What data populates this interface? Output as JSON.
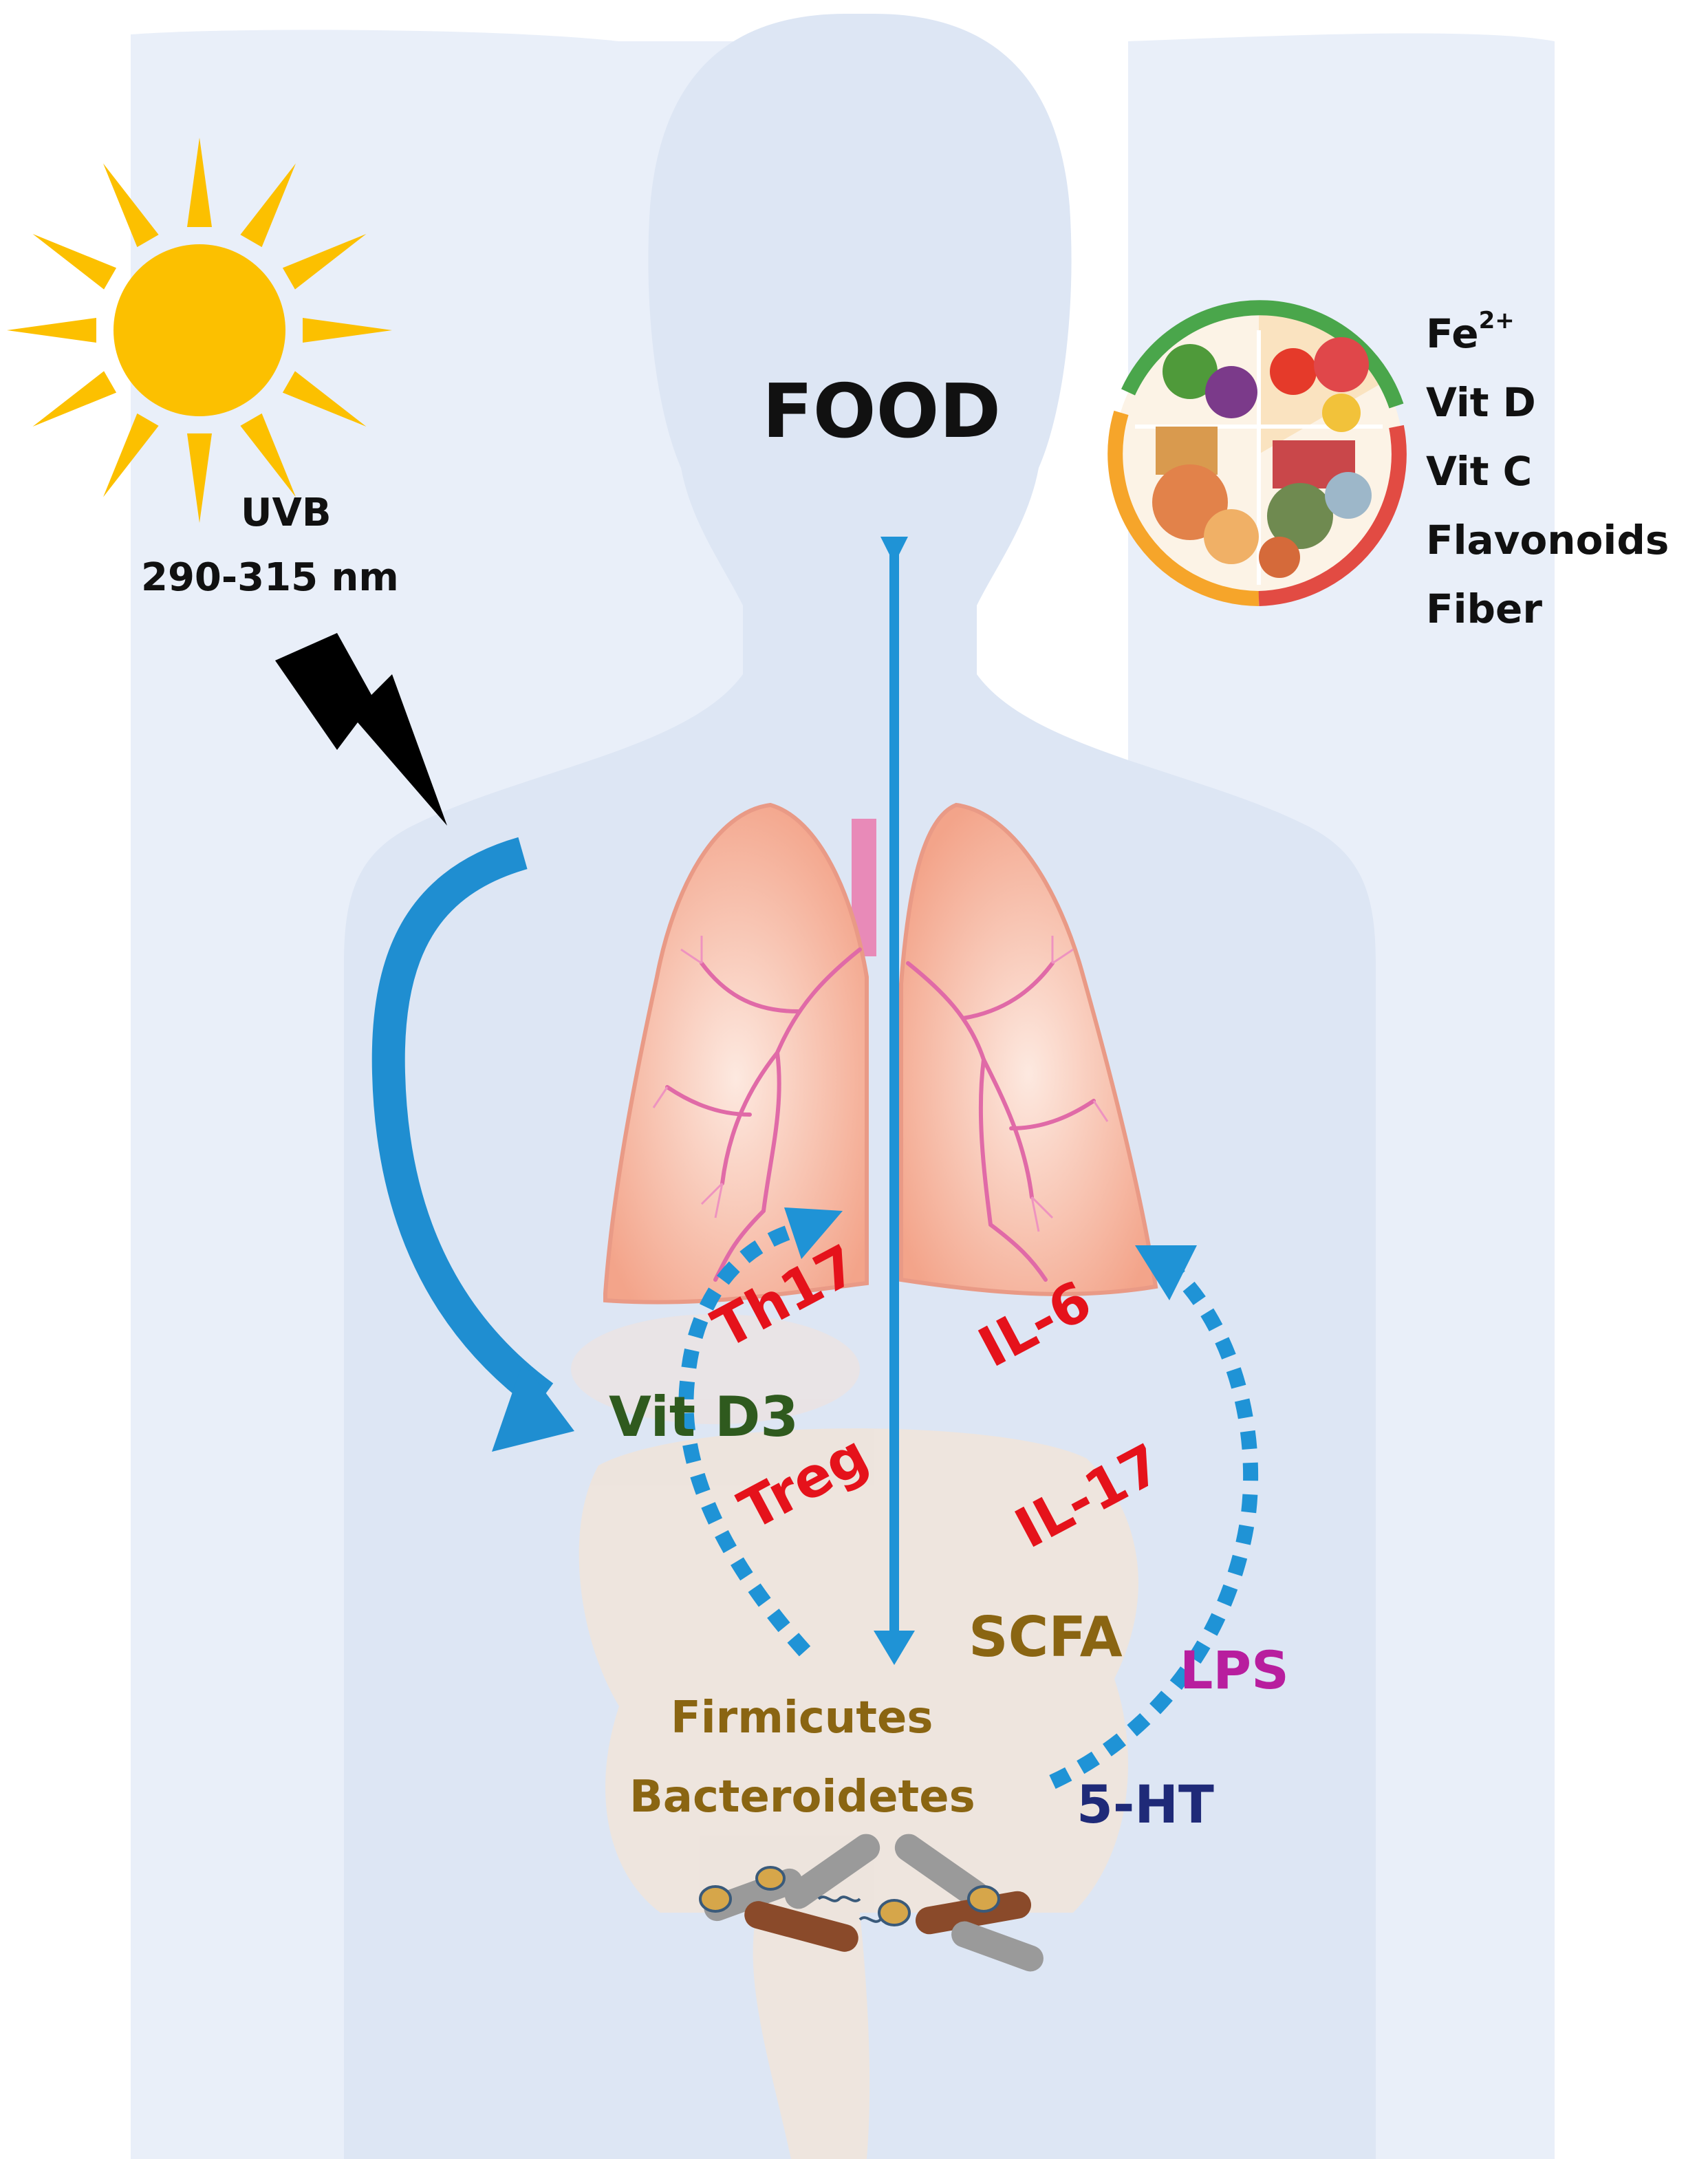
{
  "labels": {
    "food": "FOOD",
    "uvb_line1": "UVB",
    "uvb_line2": "290-315 nm",
    "nutrients": [
      {
        "text": "Fe",
        "sup": "2+"
      },
      {
        "text": "Vit D",
        "sup": ""
      },
      {
        "text": "Vit C",
        "sup": ""
      },
      {
        "text": "Flavonoids",
        "sup": ""
      },
      {
        "text": "Fiber",
        "sup": ""
      }
    ],
    "vit_d3": "Vit D3",
    "th17": "Th17",
    "treg": "Treg",
    "il6": "IL-6",
    "il17": "IL-17",
    "scfa": "SCFA",
    "lps": "LPS",
    "ht5": "5-HT",
    "firmicutes": "Firmicutes",
    "bacteroidetes": "Bacteroidetes"
  },
  "colors": {
    "body_silhouette": "#dde6f4",
    "arrow_blue": "#1f93d6",
    "sun": "#fcc000",
    "cytokine_red": "#e5121b",
    "vit_green": "#2f5a1e",
    "bacteria_brown": "#8a6512",
    "lps_magenta": "#b81e9e",
    "ht_navy": "#1f2a78",
    "text_black": "#111111"
  },
  "icons": [
    "sun-icon",
    "lightning-icon",
    "food-plate-icon",
    "lungs-icon",
    "intestine-icon",
    "bacteria-icon"
  ]
}
